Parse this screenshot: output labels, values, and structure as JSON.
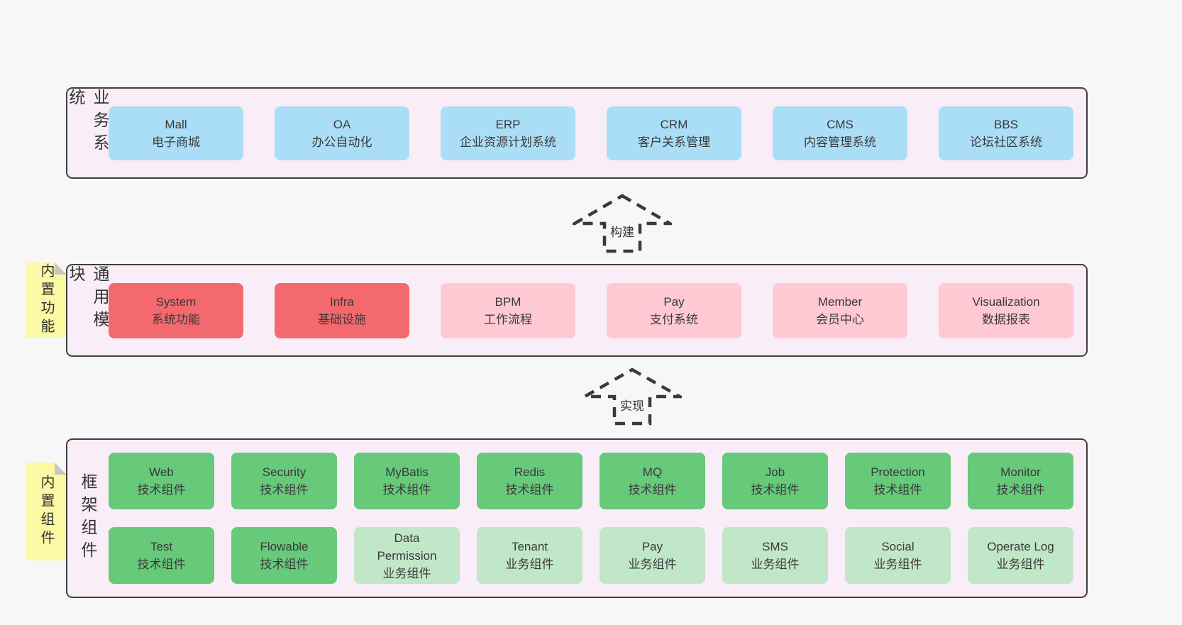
{
  "colors": {
    "page_background": "#f8f7f8",
    "layer_background": "#f9edf7",
    "layer_border": "#3f3f3f",
    "business_box": "#aadef7",
    "core_module_box": "#f4696e",
    "optional_module_box": "#ffc9d3",
    "tech_component_box": "#67c97a",
    "biz_component_box": "#c1e7c9",
    "sticky_note": "#fbf9a4",
    "sticky_fold": "#c6c6c6",
    "arrow_stroke": "#3a3a3a"
  },
  "arrows": [
    {
      "label": "构建"
    },
    {
      "label": "实现"
    }
  ],
  "layers": [
    {
      "label": "业务系统",
      "boxes": [
        {
          "name": "Mall",
          "desc": "电子商城"
        },
        {
          "name": "OA",
          "desc": "办公自动化"
        },
        {
          "name": "ERP",
          "desc": "企业资源计划系统"
        },
        {
          "name": "CRM",
          "desc": "客户关系管理"
        },
        {
          "name": "CMS",
          "desc": "内容管理系统"
        },
        {
          "name": "BBS",
          "desc": "论坛社区系统"
        }
      ]
    },
    {
      "label": "通用模块",
      "sticky": "内置功能",
      "boxes": [
        {
          "name": "System",
          "desc": "系统功能"
        },
        {
          "name": "Infra",
          "desc": "基础设施"
        },
        {
          "name": "BPM",
          "desc": "工作流程"
        },
        {
          "name": "Pay",
          "desc": "支付系统"
        },
        {
          "name": "Member",
          "desc": "会员中心"
        },
        {
          "name": "Visualization",
          "desc": "数据报表"
        }
      ]
    },
    {
      "label": "框架组件",
      "sticky": "内置组件",
      "rows": [
        [
          {
            "name": "Web",
            "desc": "技术组件"
          },
          {
            "name": "Security",
            "desc": "技术组件"
          },
          {
            "name": "MyBatis",
            "desc": "技术组件"
          },
          {
            "name": "Redis",
            "desc": "技术组件"
          },
          {
            "name": "MQ",
            "desc": "技术组件"
          },
          {
            "name": "Job",
            "desc": "技术组件"
          },
          {
            "name": "Protection",
            "desc": "技术组件"
          },
          {
            "name": "Monitor",
            "desc": "技术组件"
          }
        ],
        [
          {
            "name": "Test",
            "desc": "技术组件"
          },
          {
            "name": "Flowable",
            "desc": "技术组件"
          },
          {
            "name": "Data\nPermission",
            "desc": "业务组件"
          },
          {
            "name": "Tenant",
            "desc": "业务组件"
          },
          {
            "name": "Pay",
            "desc": "业务组件"
          },
          {
            "name": "SMS",
            "desc": "业务组件"
          },
          {
            "name": "Social",
            "desc": "业务组件"
          },
          {
            "name": "Operate Log",
            "desc": "业务组件"
          }
        ]
      ]
    }
  ]
}
